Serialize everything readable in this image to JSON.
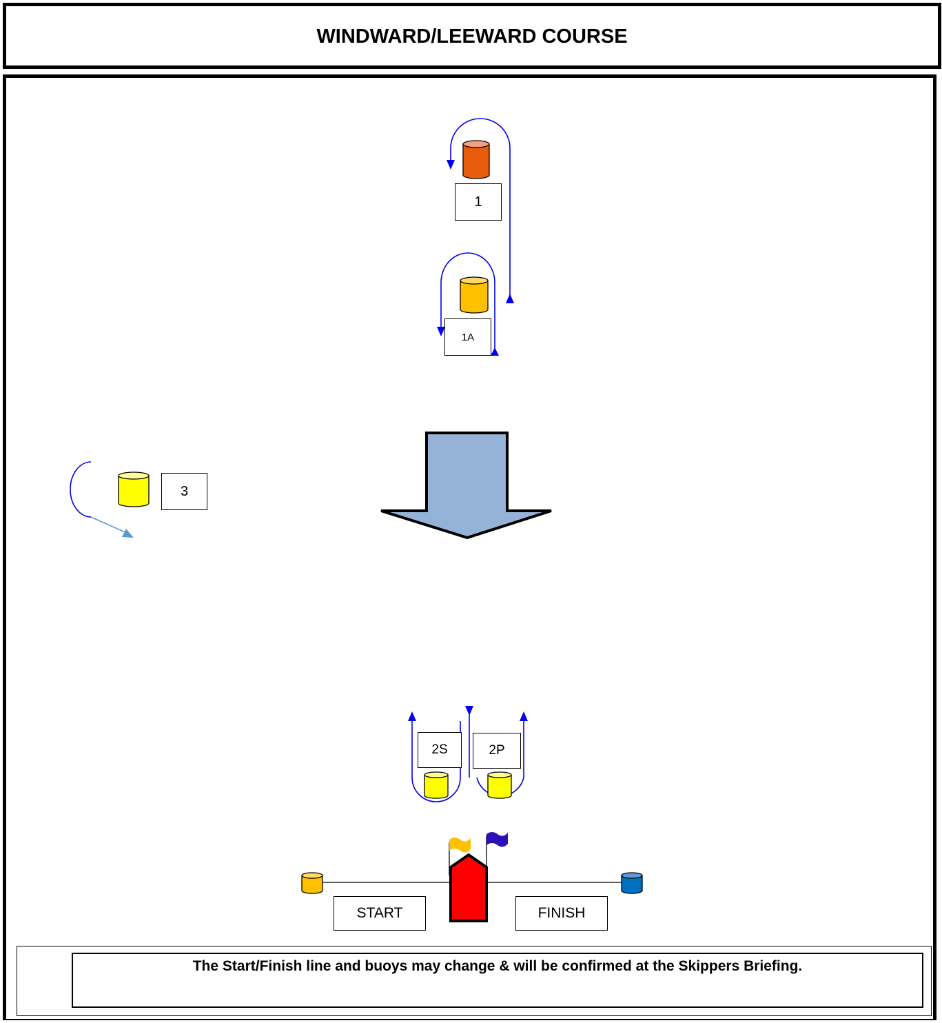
{
  "title": "WINDWARD/LEEWARD COURSE",
  "marks": {
    "mark_1": "1",
    "mark_1a": "1A",
    "mark_3": "3",
    "mark_2s": "2S",
    "mark_2p": "2P"
  },
  "line": {
    "start": "START",
    "finish": "FINISH"
  },
  "note": "The Start/Finish line and buoys may change & will be confirmed at the Skippers Briefing.",
  "colors": {
    "route": "#0000ee",
    "mark_1": "#e85c0c",
    "mark_1a": "#ffc000",
    "mark_3": "#ffff00",
    "mark_2": "#ffff00",
    "start_buoy": "#ffc000",
    "finish_buoy": "#0070c0",
    "wind_arrow": "#95b3d7",
    "committee_boat": "#ff0000",
    "start_flag": "#ffc000",
    "finish_flag": "#2e10b8"
  },
  "icons": {
    "wind": "wind-direction-arrow-icon",
    "boat": "committee-boat-icon",
    "buoy": "buoy-icon",
    "flag": "flag-icon"
  }
}
